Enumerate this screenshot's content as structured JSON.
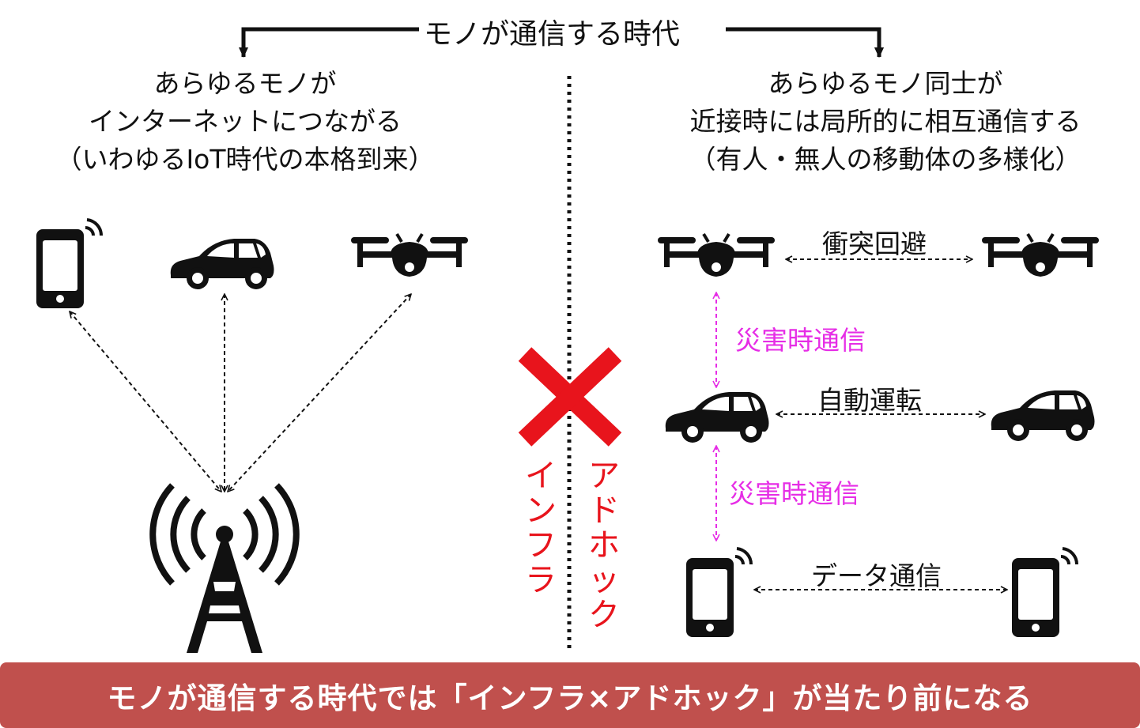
{
  "title": "モノが通信する時代",
  "left": {
    "heading_lines": [
      "あらゆるモノが",
      "インターネットにつながる",
      "（いわゆるIoT時代の本格到来）"
    ],
    "label": "インフラ"
  },
  "right": {
    "heading_lines": [
      "あらゆるモノ同士が",
      "近接時には局所的に相互通信する",
      "（有人・無人の移動体の多様化）"
    ],
    "label": "アドホック",
    "links": {
      "drones": "衝突回避",
      "cars": "自動運転",
      "phones": "データ通信",
      "disaster_top": "災害時通信",
      "disaster_bottom": "災害時通信"
    }
  },
  "banner": "モノが通信する時代では「インフラ×アドホック」が当たり前になる",
  "colors": {
    "banner_bg": "#c0504d",
    "disaster_link": "#e62de6",
    "cross": "#e8141c",
    "ink": "#111111"
  }
}
